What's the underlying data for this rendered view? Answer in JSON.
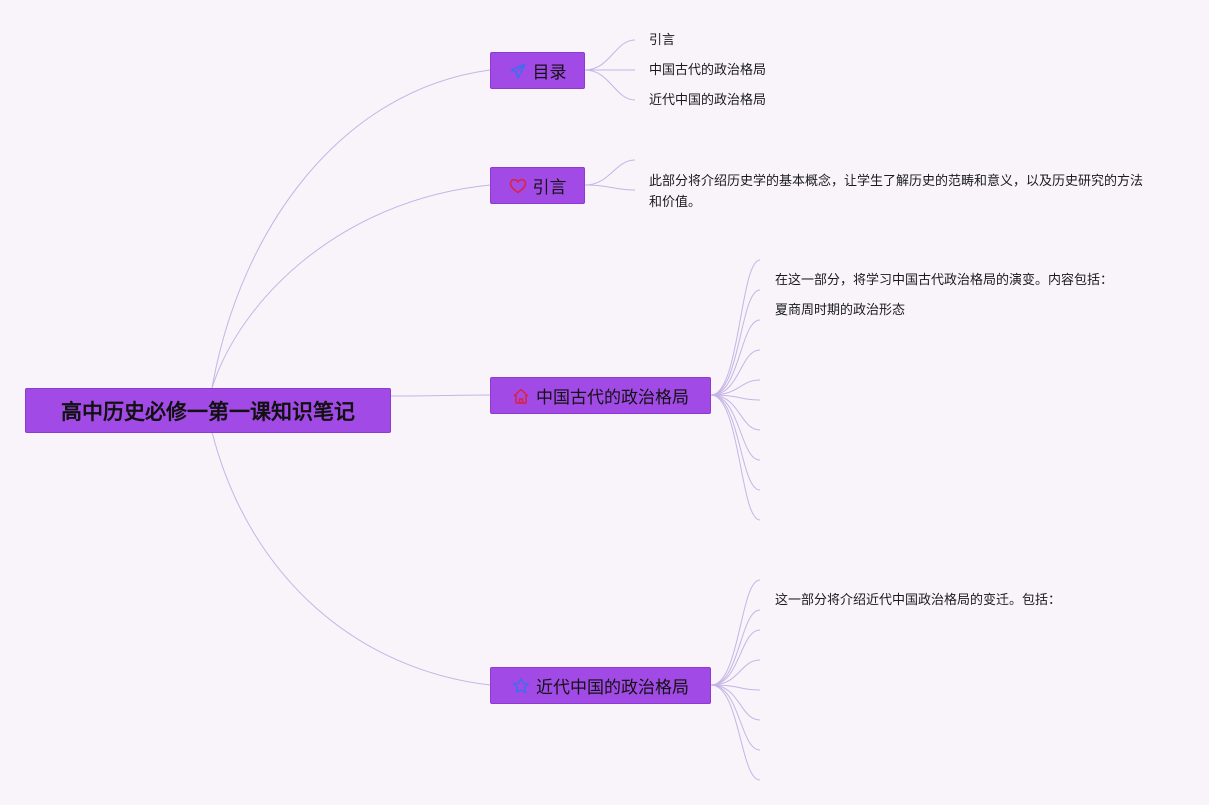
{
  "root": {
    "label": "高中历史必修一第一课知识笔记"
  },
  "branches": [
    {
      "id": "toc",
      "label": "目录",
      "icon": "paper-plane-icon",
      "leaves": [
        "引言",
        "中国古代的政治格局",
        "近代中国的政治格局"
      ]
    },
    {
      "id": "intro",
      "label": "引言",
      "icon": "heart-icon",
      "leaves": [
        "此部分将介绍历史学的基本概念，让学生了解历史的范畴和意义，以及历史研究的方法和价值。"
      ]
    },
    {
      "id": "ancient",
      "label": "中国古代的政治格局",
      "icon": "home-icon",
      "leaves": [
        "在这一部分，将学习中国古代政治格局的演变。内容包括：",
        "夏商周时期的政治形态"
      ]
    },
    {
      "id": "modern",
      "label": "近代中国的政治格局",
      "icon": "star-icon",
      "leaves": [
        "这一部分将介绍近代中国政治格局的变迁。包括："
      ]
    }
  ],
  "colors": {
    "node": "#a24ae6",
    "connector": "#c6b4e6",
    "background": "#f8f4fa",
    "icon_blue": "#3a6ff0",
    "icon_red": "#e0203c"
  }
}
